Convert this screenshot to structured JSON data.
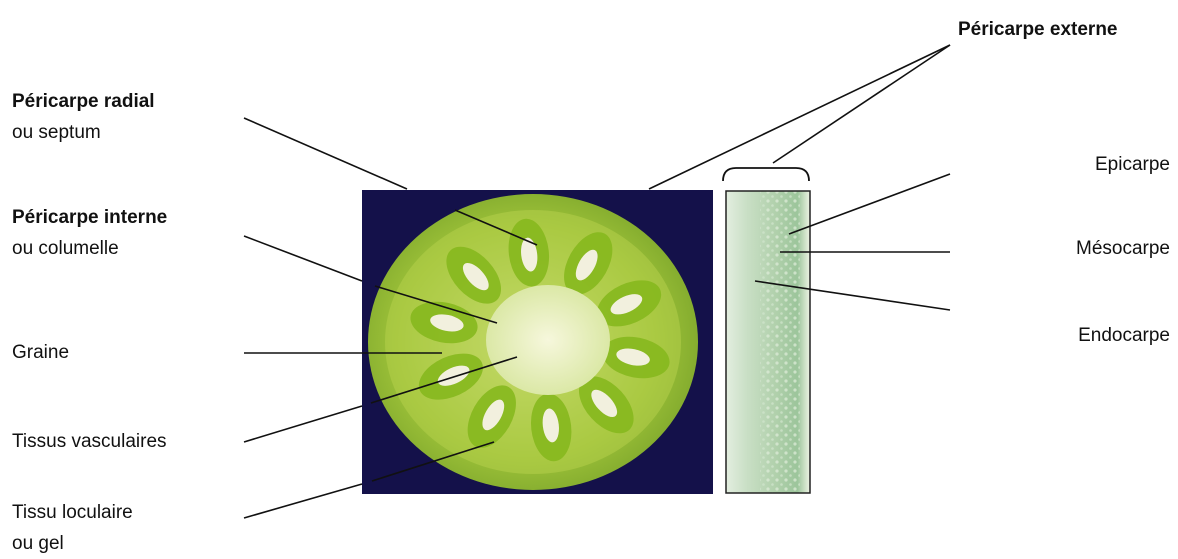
{
  "labels": {
    "pericarpe_radial": [
      "Péricarpe radial",
      "ou septum"
    ],
    "pericarpe_interne": [
      "Péricarpe interne",
      "ou columelle"
    ],
    "graine": "Graine",
    "tissus_vasculaires": "Tissus vasculaires",
    "tissu_loculaire": [
      "Tissu loculaire",
      "ou gel"
    ],
    "pericarpe_externe": "Péricarpe externe",
    "epicarpe": "Epicarpe",
    "mesocarpe": "Mésocarpe",
    "endocarpe": "Endocarpe"
  },
  "colors": {
    "photo_background": "#14114a",
    "fruit_outer": "#a9c93a",
    "locule_gel": "#86b81e",
    "columella": "#e9f0c2",
    "seed": "#f2f0de",
    "detail_tissue": "#b8d4b0",
    "leader_line": "#111111"
  }
}
